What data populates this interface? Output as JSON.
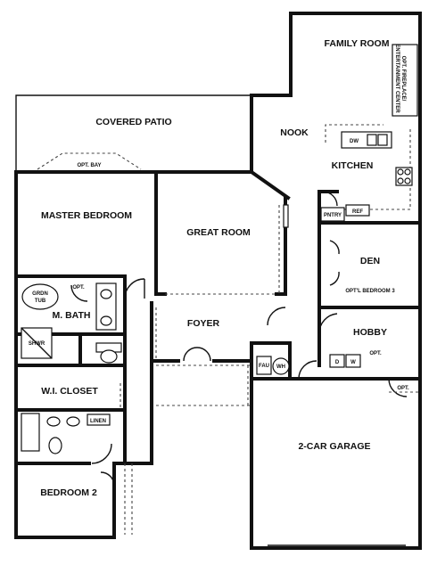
{
  "rooms": {
    "family_room": "FAMILY ROOM",
    "covered_patio": "COVERED PATIO",
    "nook": "NOOK",
    "kitchen": "KITCHEN",
    "master_bedroom": "MASTER BEDROOM",
    "great_room": "GREAT ROOM",
    "den": "DEN",
    "den_option": "OPT'L BEDROOM 3",
    "m_bath": "M. BATH",
    "foyer": "FOYER",
    "hobby": "HOBBY",
    "wi_closet": "W.I. CLOSET",
    "garage": "2-CAR GARAGE",
    "bedroom_2": "BEDROOM 2"
  },
  "fixtures": {
    "opt_bay": "OPT. BAY",
    "opt_fireplace": "OPT. FIREPLACE/",
    "entertainment_center": "ENTERTAINMENT CENTER",
    "dw": "DW",
    "pntry": "PNTRY",
    "ref": "REF",
    "grdn": "GRDN",
    "tub": "TUB",
    "opt_bath": "OPT.",
    "shwr": "SHWR",
    "fau": "FAU",
    "wh": "WH",
    "opt_hobby": "OPT.",
    "dryer": "D",
    "washer": "W",
    "opt_garage": "OPT.",
    "linen": "LINEN"
  }
}
